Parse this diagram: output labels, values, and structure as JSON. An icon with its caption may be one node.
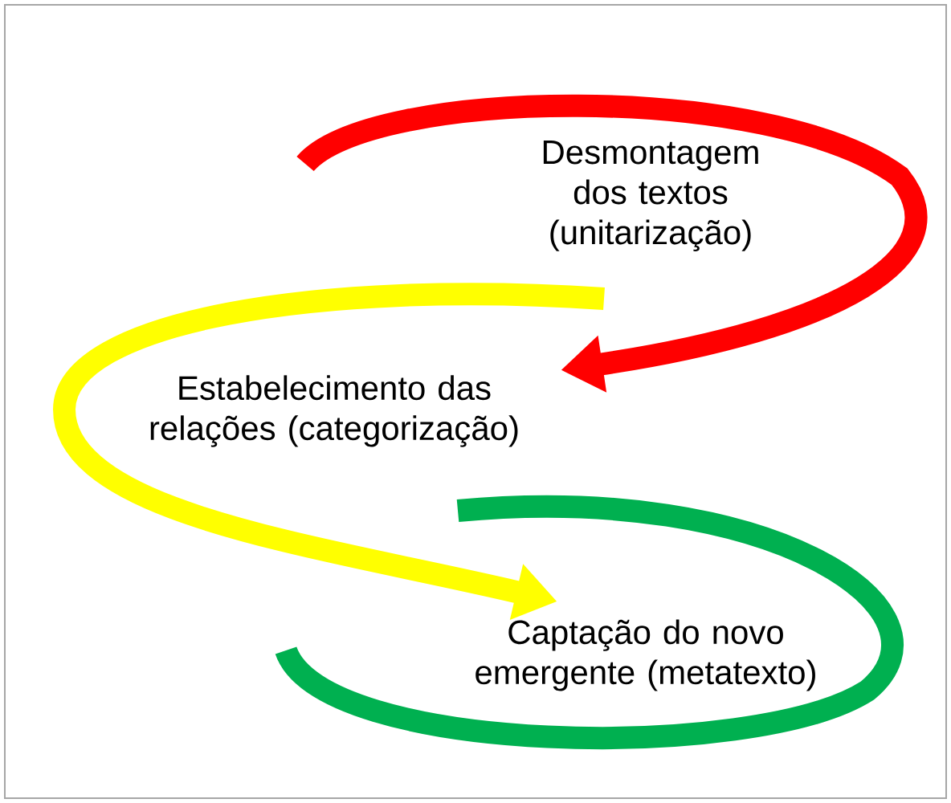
{
  "diagram": {
    "nodes": [
      {
        "text": [
          "Desmontagem dos textos (unitarização)"
        ]
      },
      {
        "text": [
          "Estabelecimento das relações (categorização)"
        ]
      },
      {
        "text": [
          "Captação do novo emergente (metatexto)"
        ]
      }
    ],
    "edges": [
      {
        "from": null,
        "to": 1,
        "arrow": "to",
        "color": "#ff0000"
      },
      {
        "from": null,
        "to": 2,
        "arrow": "to",
        "color": "#ffff00"
      }
    ]
  }
}
